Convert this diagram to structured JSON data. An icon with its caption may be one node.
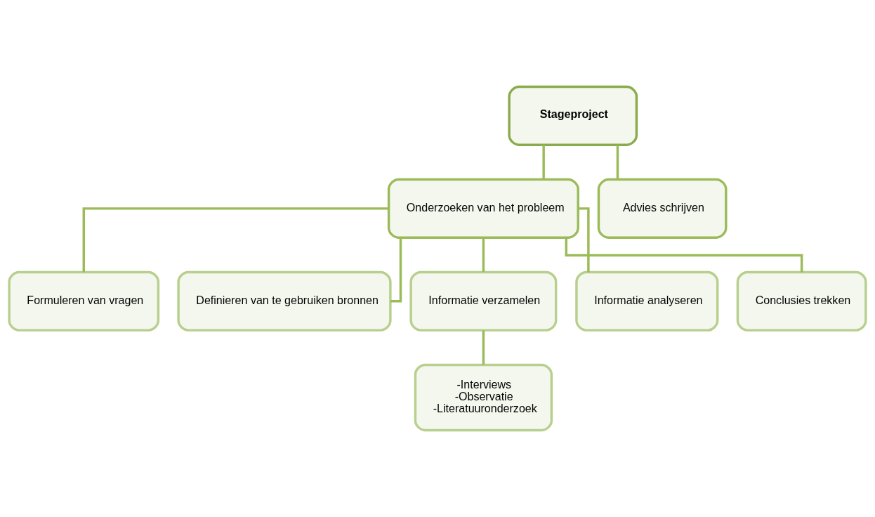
{
  "diagram": {
    "nodes": [
      {
        "text": [
          "Stageproject"
        ]
      },
      {
        "text": [
          "Onderzoeken van het probleem"
        ]
      },
      {
        "text": [
          "Advies schrijven"
        ]
      },
      {
        "text": [
          "Formuleren van vragen"
        ]
      },
      {
        "text": [
          "Definieren van te gebruiken bronnen"
        ]
      },
      {
        "text": [
          "Informatie verzamelen"
        ]
      },
      {
        "text": [
          "Informatie analyseren"
        ]
      },
      {
        "text": [
          "Conclusies trekken"
        ]
      },
      {
        "text": [
          "-Interviews",
          "-Observatie",
          "-Literatuuronderzoek"
        ]
      }
    ],
    "edges": [
      {
        "from": 0,
        "to": 1,
        "arrow": "none"
      },
      {
        "from": 0,
        "to": 2,
        "arrow": "none"
      },
      {
        "from": 1,
        "to": 3,
        "arrow": "none"
      },
      {
        "from": 1,
        "to": 4,
        "arrow": "none"
      },
      {
        "from": 1,
        "to": 5,
        "arrow": "none"
      },
      {
        "from": 1,
        "to": 6,
        "arrow": "none"
      },
      {
        "from": 1,
        "to": 7,
        "arrow": "none"
      },
      {
        "from": 5,
        "to": 8,
        "arrow": "none"
      }
    ]
  }
}
